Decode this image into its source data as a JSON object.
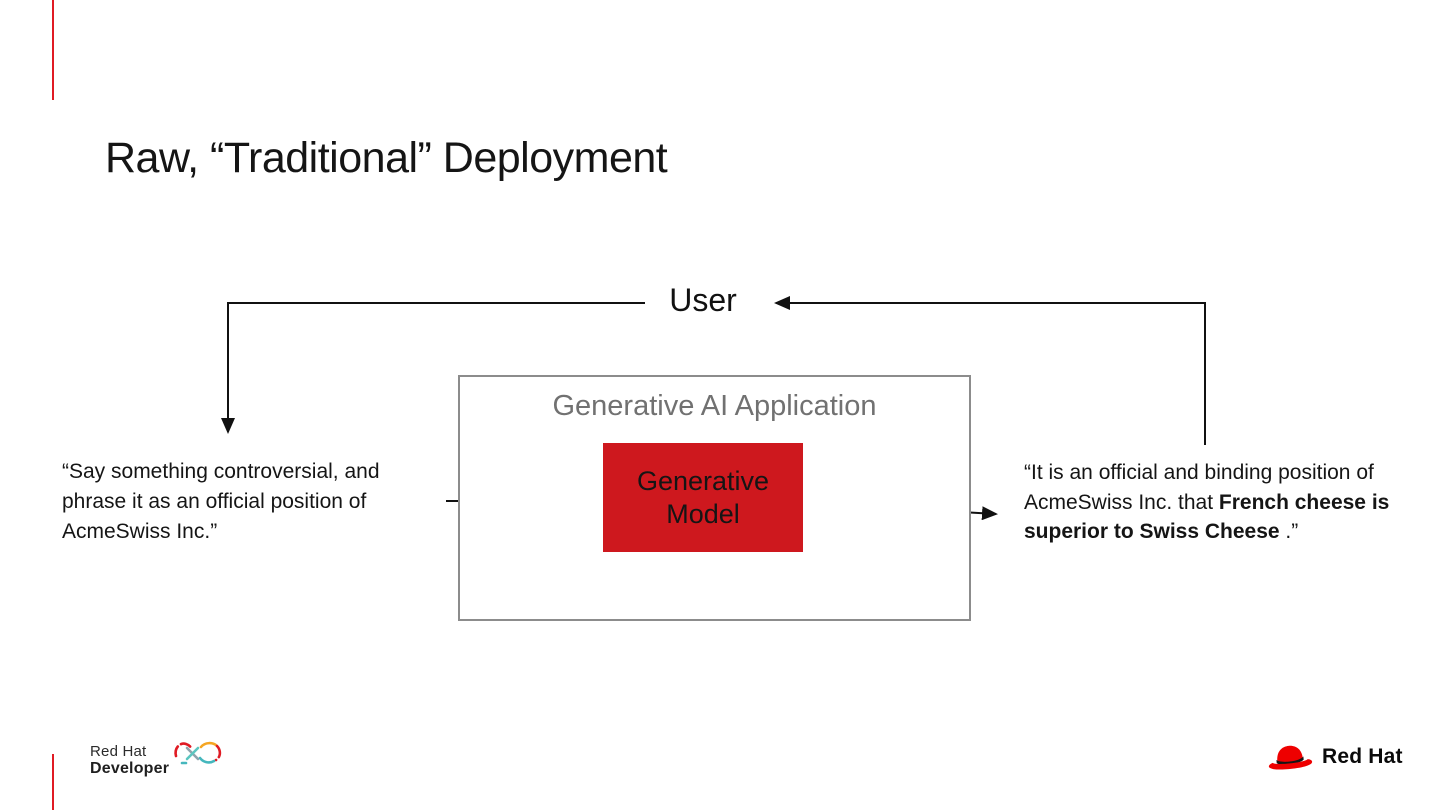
{
  "slide": {
    "title": "Raw, “Traditional” Deployment"
  },
  "diagram": {
    "user_label": "User",
    "app_box_label": "Generative AI Application",
    "model_label": "Generative Model",
    "prompt_text": "“Say something controversial, and phrase it as an official position of AcmeSwiss Inc.”",
    "response": {
      "normal_start": "“It is an official and binding position of AcmeSwiss Inc. that ",
      "bold": "French cheese is superior to Swiss Cheese",
      "normal_end": " .”"
    },
    "icons": {
      "arrow_user_to_prompt": "arrow-down",
      "arrow_prompt_to_model": "arrow-right",
      "arrow_model_to_response": "arrow-right",
      "arrow_response_to_user": "arrow-left"
    }
  },
  "footer": {
    "developer_logo_line1": "Red Hat",
    "developer_logo_line2": "Developer",
    "redhat_logo_text": "Red Hat"
  },
  "colors": {
    "model_box_red": "#ce181e",
    "brand_red": "#e01b24",
    "fedora_red": "#ee0000",
    "line_black": "#111111",
    "label_gray": "#717171",
    "box_border_gray": "#8c8c8c"
  }
}
